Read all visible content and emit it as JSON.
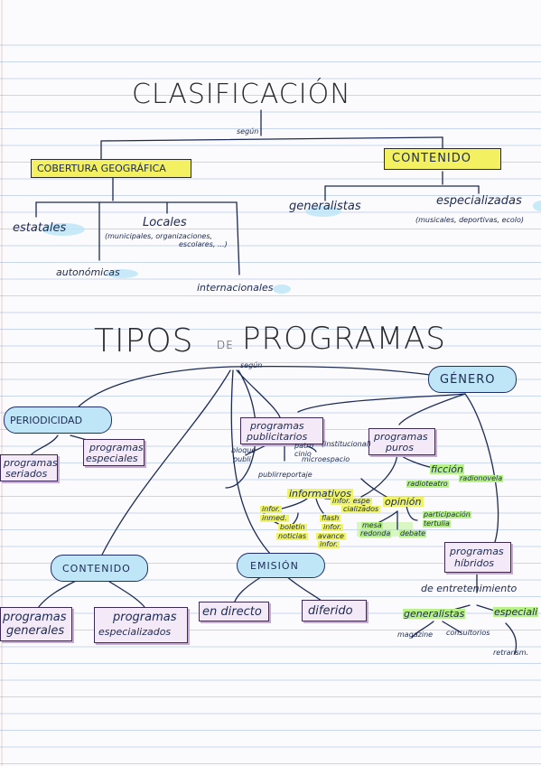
{
  "colors": {
    "ink": "#1c2a55",
    "ruled_line": "#c9d7ec",
    "margin_line": "#d46a6a",
    "highlight_yellow": "#eef36a",
    "highlight_green": "#b8f08a",
    "highlight_blue": "#bfe6f7",
    "highlight_purple": "#e6cdef"
  },
  "clasificacion": {
    "title": "CLASIFICACIÓN",
    "segun": "según",
    "cobertura": "COBERTURA GEOGRÁFICA",
    "contenido": "CONTENIDO",
    "estatales": "estatales",
    "locales": "Locales",
    "locales_note_1": "(municipales, organizaciones,",
    "locales_note_2": "escolares, ...)",
    "autonomicas": "autonómicas",
    "internacionales": "internacionales",
    "generalistas": "generalistas",
    "especializadas": "especializadas",
    "especializadas_note": "(musicales, deportivas, ecolo)"
  },
  "tipos": {
    "title_a": "TIPOS",
    "title_de": "DE",
    "title_b": "PROGRAMAS",
    "segun": "según",
    "genero": "GÉNERO",
    "periodicidad": "PERIODICIDAD",
    "programas_seriados": [
      "programas",
      "seriados"
    ],
    "programas_especiales": [
      "programas",
      "especiales"
    ],
    "contenido": "CONTENIDO",
    "programas_generales": [
      "programas",
      "generales"
    ],
    "programas_especializados": [
      "programas",
      "especializados"
    ],
    "emision": "EMISIÓN",
    "en_directo": "en directo",
    "diferido": "diferido",
    "publicitarios": [
      "programas",
      "publicitarios"
    ],
    "puros": [
      "programas",
      "puros"
    ],
    "bloque_publi": [
      "bloque",
      "publi"
    ],
    "patrocinio": [
      "patro",
      "cinio",
      "(institucional)"
    ],
    "microespacio": "microespacio",
    "publirreportaje": "publirreportaje",
    "ficcion": "ficción",
    "radionovela": "radionovela",
    "radioteatro": "radioteatro",
    "informativos": "informativos",
    "opinion": "opinión",
    "info_especialidad": [
      "infor. espe",
      "cializados"
    ],
    "infor_inmed": [
      "infor.",
      "inmed."
    ],
    "boletin_noticias": [
      "boletín",
      "noticias"
    ],
    "flash_infor": [
      "flash",
      "infor."
    ],
    "avance_infor": [
      "avance",
      "infor."
    ],
    "mesa_redonda": [
      "mesa",
      "redonda"
    ],
    "debate": "debate",
    "participacion": "participación",
    "tertulia": "tertulia",
    "hibridos": [
      "programas",
      "híbridos"
    ],
    "de_entretenimiento": "de entretenimiento",
    "generalistas": "generalistas",
    "especiali": "especiali",
    "magazine": "magazine",
    "consultorios": "consultorios",
    "retransm": "retransm."
  }
}
